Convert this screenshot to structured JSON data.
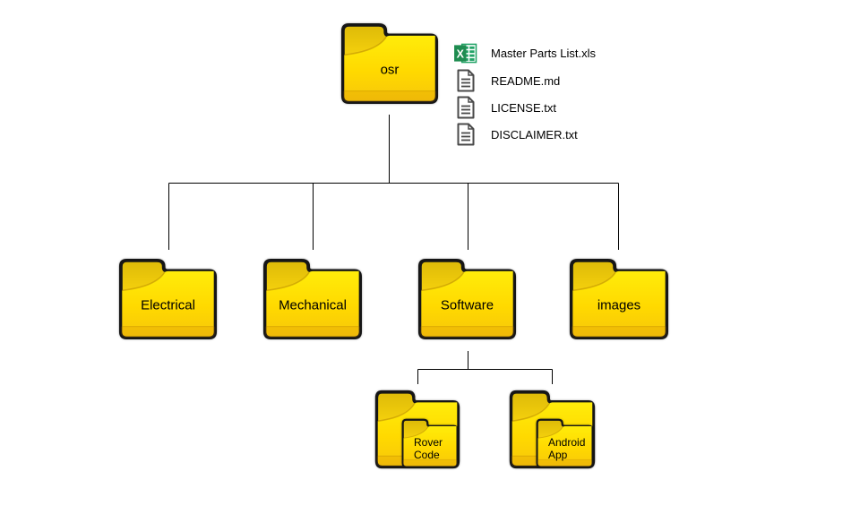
{
  "root_folder": {
    "label": "osr"
  },
  "root_files": [
    {
      "icon": "excel-file-icon",
      "label": "Master Parts List.xls"
    },
    {
      "icon": "document-file-icon",
      "label": "README.md"
    },
    {
      "icon": "document-file-icon",
      "label": "LICENSE.txt"
    },
    {
      "icon": "document-file-icon",
      "label": "DISCLAIMER.txt"
    }
  ],
  "level1_folders": [
    {
      "label": "Electrical"
    },
    {
      "label": "Mechanical"
    },
    {
      "label": "Software"
    },
    {
      "label": "images"
    }
  ],
  "software_subfolders": [
    {
      "label": "Rover\nCode"
    },
    {
      "label": "Android\nApp"
    }
  ],
  "colors": {
    "folder_yellow": "#FFDD00",
    "folder_gold": "#F7C70A",
    "folder_border": "#161616",
    "excel_green": "#21A366",
    "excel_dark_green": "#1E8C50",
    "document_gray": "#4A4A4A",
    "connector": "#000000",
    "label_text": "#000000"
  }
}
